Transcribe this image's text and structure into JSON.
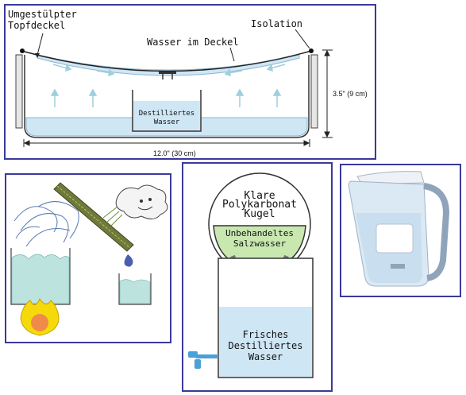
{
  "top_panel": {
    "lid_label_line1": "Umgestülpter",
    "lid_label_line2": "Topfdeckel",
    "insulation_label": "Isolation",
    "water_in_lid_label": "Wasser im Deckel",
    "distilled_label_line1": "Destilliertes",
    "distilled_label_line2": "Wasser",
    "height_dimension": "3.5\" (9 cm)",
    "width_dimension": "12.0\" (30 cm)"
  },
  "sphere_panel": {
    "sphere_label_line1": "Klare",
    "sphere_label_line2": "Polykarbonat",
    "sphere_label_line3": "Kugel",
    "saltwater_label_line1": "Unbehandeltes",
    "saltwater_label_line2": "Salzwasser",
    "fresh_label_line1": "Frisches",
    "fresh_label_line2": "Destilliertes",
    "fresh_label_line3": "Wasser"
  },
  "colors": {
    "panel_border": "#3a3a9a",
    "water_blue": "#cfe6f5",
    "salt_green": "#c8e8b0",
    "steam_arrow": "#9dd0dd"
  }
}
